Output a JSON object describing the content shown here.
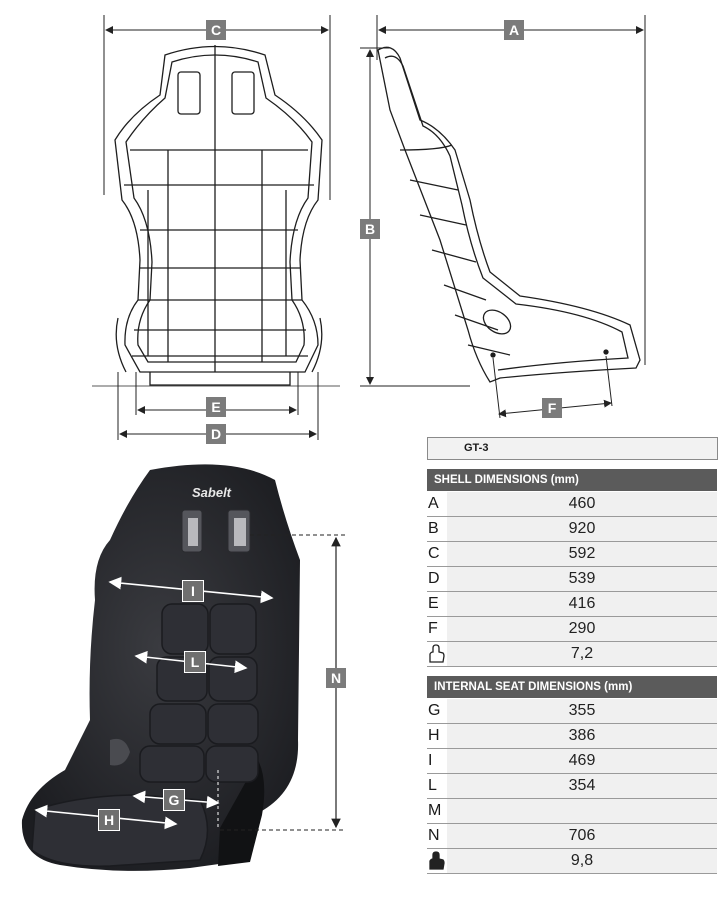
{
  "drawing_labels": {
    "top_view": [
      "C",
      "E",
      "D"
    ],
    "side_view": [
      "A",
      "B",
      "F"
    ],
    "photo": [
      "I",
      "L",
      "G",
      "H",
      "N"
    ]
  },
  "brand_logo": "Sabelt",
  "table": {
    "model": "GT-3",
    "shell_title": "SHELL DIMENSIONS (mm)",
    "shell_rows": [
      {
        "key": "A",
        "value": "460"
      },
      {
        "key": "B",
        "value": "920"
      },
      {
        "key": "C",
        "value": "592"
      },
      {
        "key": "D",
        "value": "539"
      },
      {
        "key": "E",
        "value": "416"
      },
      {
        "key": "F",
        "value": "290"
      },
      {
        "key": "weight-icon",
        "value": "7,2"
      }
    ],
    "internal_title": "INTERNAL SEAT DIMENSIONS (mm)",
    "internal_rows": [
      {
        "key": "G",
        "value": "355"
      },
      {
        "key": "H",
        "value": "386"
      },
      {
        "key": "I",
        "value": "469"
      },
      {
        "key": "L",
        "value": "354"
      },
      {
        "key": "M",
        "value": ""
      },
      {
        "key": "N",
        "value": "706"
      },
      {
        "key": "weight-filled-icon",
        "value": "9,8"
      }
    ]
  },
  "colors": {
    "label_bg": "#7b7b7b",
    "section_header": "#5b5b5b",
    "row_bg": "#f0f0f0",
    "seat_fabric": "#2a2b30"
  }
}
